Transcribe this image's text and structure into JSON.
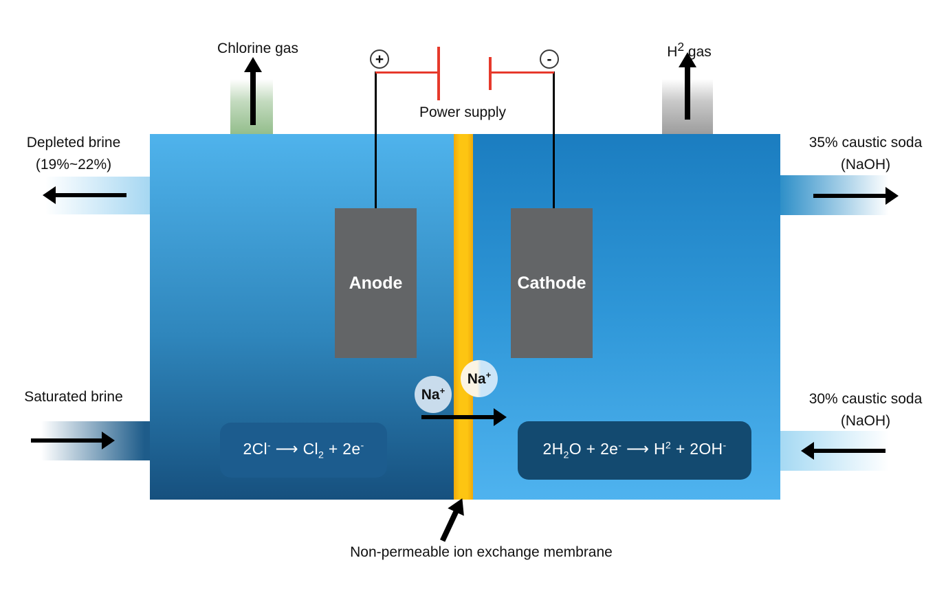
{
  "palette": {
    "tank_left_top": "#4FB3EC",
    "tank_left_bottom": "#16507E",
    "tank_right_top": "#1B7DC0",
    "tank_right_bottom": "#4FB3EF",
    "membrane_yellow": "#FDC512",
    "electrode_gray": "#636567",
    "wire_red": "#E6392B",
    "eq_box_left": "#1C5C8E",
    "eq_box_right": "#134A70",
    "chlorine_tube_green": "#93BD8B",
    "hydrogen_tube_gray": "#9C9C9C",
    "na_circle_blue": "#C9DCEC"
  },
  "top": {
    "chlorine_gas_label": "Chlorine gas",
    "h2_gas_label": [
      {
        "t": "H"
      },
      {
        "t": "2",
        "s": "sup"
      },
      {
        "t": " gas"
      }
    ],
    "power_supply_label": "Power supply",
    "plus_terminal": "+",
    "minus_terminal": "-"
  },
  "left": {
    "depleted_brine_line1": "Depleted brine",
    "depleted_brine_line2": "(19%~22%)",
    "saturated_brine_label": "Saturated brine"
  },
  "right": {
    "caustic35_line1": "35% caustic soda",
    "caustic35_line2": "(NaOH)",
    "caustic30_line1": "30% caustic soda",
    "caustic30_line2": "(NaOH)"
  },
  "cell": {
    "anode_label": "Anode",
    "cathode_label": "Cathode",
    "na_ion": [
      {
        "t": "Na"
      },
      {
        "t": "+",
        "s": "sup"
      }
    ],
    "anode_reaction": [
      {
        "t": "2Cl"
      },
      {
        "t": "-",
        "s": "sup"
      },
      {
        "t": " ⟶ Cl"
      },
      {
        "t": "2",
        "s": "sub"
      },
      {
        "t": " + 2e"
      },
      {
        "t": "-",
        "s": "sup"
      }
    ],
    "cathode_reaction": [
      {
        "t": "2H"
      },
      {
        "t": "2",
        "s": "sub"
      },
      {
        "t": "O + 2e"
      },
      {
        "t": "-",
        "s": "sup"
      },
      {
        "t": " ⟶  H"
      },
      {
        "t": "2",
        "s": "sup"
      },
      {
        "t": " + 2OH"
      },
      {
        "t": "-",
        "s": "sup"
      }
    ]
  },
  "bottom": {
    "membrane_label": "Non-permeable ion exchange membrane"
  }
}
